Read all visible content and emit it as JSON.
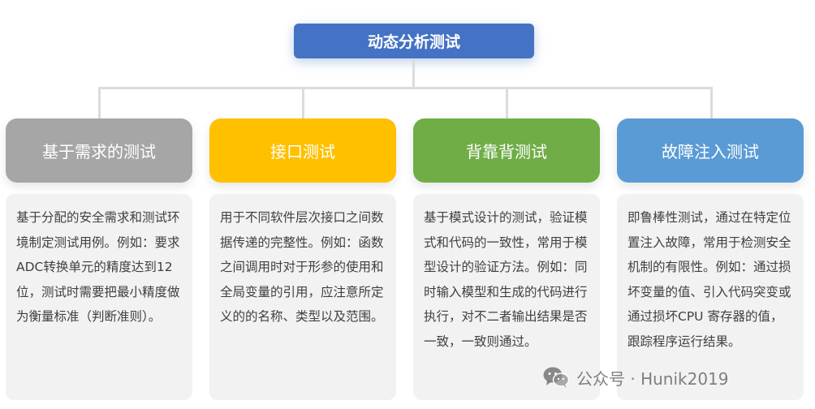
{
  "root": {
    "title": "动态分析测试",
    "color": "#4472c4"
  },
  "categories": [
    {
      "title": "基于需求的测试",
      "color": "#a6a6a6",
      "description": "基于分配的安全需求和测试环境制定测试用例。例如：要求ADC转换单元的精度达到12位，测试时需要把最小精度做为衡量标准（判断准则）。"
    },
    {
      "title": "接口测试",
      "color": "#ffc000",
      "description": "用于不同软件层次接口之间数据传递的完整性。例如：函数之间调用时对于形参的使用和全局变量的引用，应注意所定义的的名称、类型以及范围。"
    },
    {
      "title": "背靠背测试",
      "color": "#70ad47",
      "description": "基于模式设计的测试，验证模式和代码的一致性，常用于模型设计的验证方法。例如：同时输入模型和生成的代码进行执行，对不二者输出结果是否一致，一致则通过。"
    },
    {
      "title": "故障注入测试",
      "color": "#5b9bd5",
      "description": "即鲁棒性测试，通过在特定位置注入故障，常用于检测安全机制的有限性。例如：通过损坏变量的值、引入代码突变或通过损坏CPU 寄存器的值，跟踪程序运行结果。"
    }
  ],
  "watermark": {
    "text": "公众号 · Hunik2019",
    "icon": "wechat-icon"
  }
}
